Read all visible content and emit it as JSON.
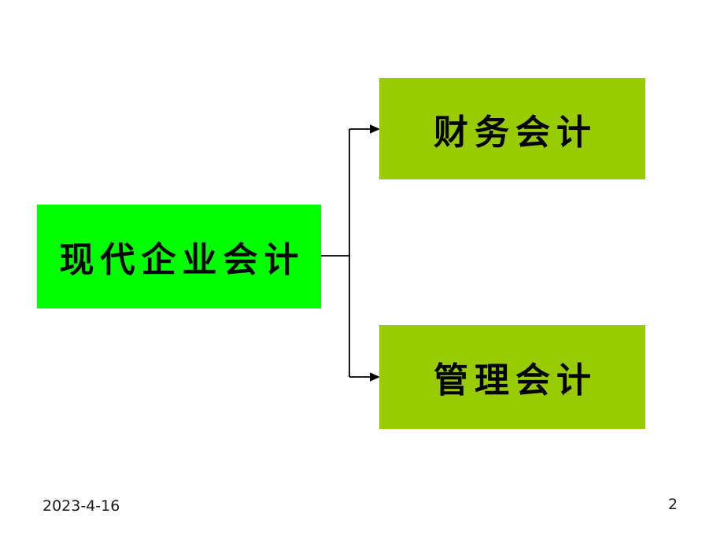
{
  "slide": {
    "background_color": "#ffffff",
    "footer": {
      "date": "2023-4-16",
      "page_number": "2"
    }
  },
  "diagram": {
    "type": "tree",
    "connector_color": "#000000",
    "root": {
      "label": "现代企业会计",
      "fill_color": "#00ff00",
      "text_color": "#000000"
    },
    "children": [
      {
        "label": "财务会计",
        "fill_color": "#99cc00",
        "text_color": "#000000"
      },
      {
        "label": "管理会计",
        "fill_color": "#99cc00",
        "text_color": "#000000"
      }
    ]
  }
}
